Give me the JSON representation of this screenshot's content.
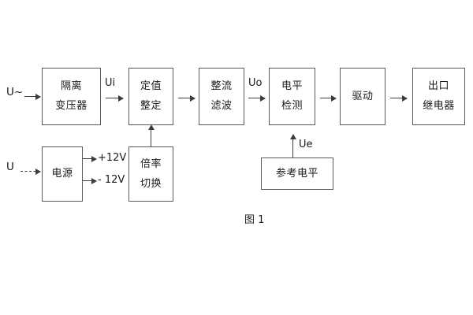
{
  "figure": {
    "caption": "图 1",
    "background_color": "#ffffff",
    "line_color": "#5a5a5a",
    "text_color": "#1a1a1a"
  },
  "signal_chain": {
    "blocks": [
      {
        "id": "isolation-transformer",
        "line1": "隔离",
        "line2": "变压器"
      },
      {
        "id": "setting-value",
        "line1": "定值",
        "line2": "整定"
      },
      {
        "id": "rectify-filter",
        "line1": "整流",
        "line2": "滤波"
      },
      {
        "id": "level-detect",
        "line1": "电平",
        "line2": "检测"
      },
      {
        "id": "drive",
        "line1": "驱动",
        "line2": ""
      },
      {
        "id": "output-relay",
        "line1": "出口",
        "line2": "继电器"
      }
    ]
  },
  "power_chain": {
    "blocks": [
      {
        "id": "power-supply",
        "line1": "电源",
        "line2": ""
      },
      {
        "id": "range-switch",
        "line1": "倍率",
        "line2": "切换"
      }
    ],
    "rails": [
      {
        "id": "rail-positive",
        "label": "+12V"
      },
      {
        "id": "rail-negative",
        "label": "- 12V"
      }
    ]
  },
  "reference": {
    "block": {
      "id": "reference-level",
      "line1": "参考电平",
      "line2": ""
    },
    "signal_label": "Ue"
  },
  "signals": {
    "input_ac": "U~",
    "input_dc": "U",
    "ui": "Ui",
    "uo": "Uo"
  }
}
